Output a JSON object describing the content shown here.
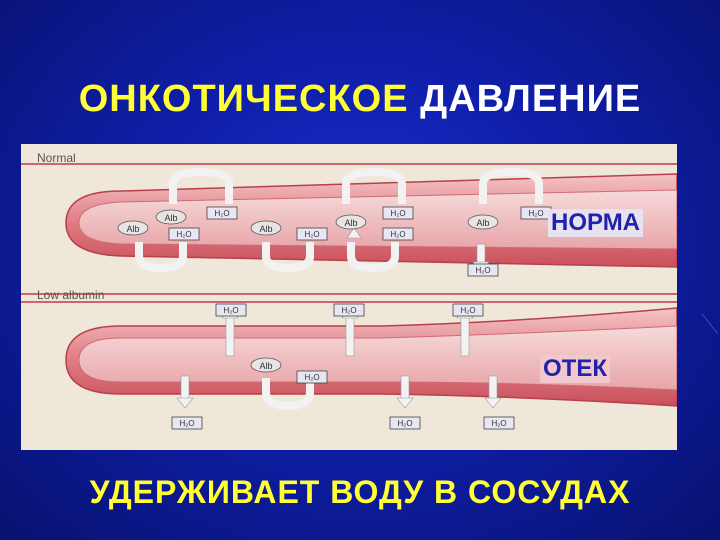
{
  "title": {
    "part1": "ОНКОТИЧЕСКОЕ",
    "part2": "ДАВЛЕНИЕ"
  },
  "panel": {
    "top_label": "Normal",
    "bottom_label": "Low albumin",
    "alb": "Alb",
    "water": "H₂O"
  },
  "labels": {
    "norma": "НОРМА",
    "otek": "ОТЕК"
  },
  "footer": "УДЕРЖИВАЕТ ВОДУ В СОСУДАХ",
  "colors": {
    "background": "#1020b8",
    "title_yellow": "#ffff33",
    "vessel": "#e58a90",
    "label_blue": "#2222aa"
  }
}
